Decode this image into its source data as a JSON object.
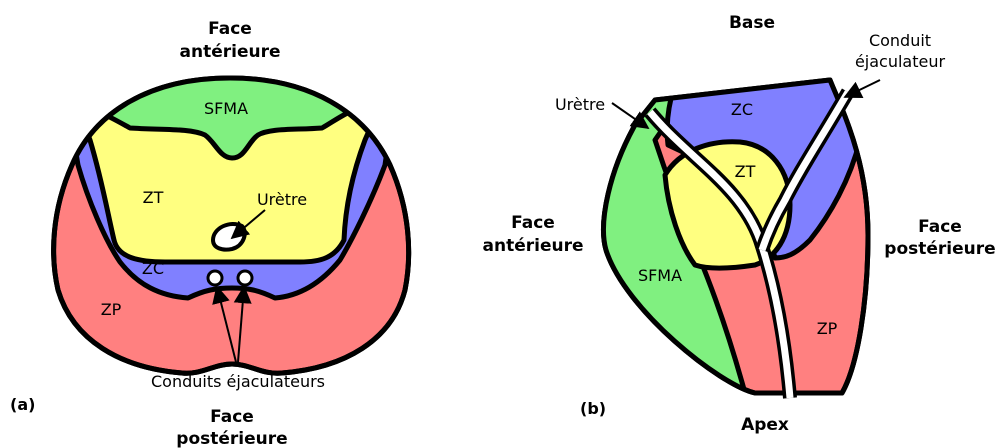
{
  "colors": {
    "sfma": "#80f080",
    "zt": "#ffff80",
    "zc": "#8080ff",
    "zp": "#ff8080",
    "outline": "#000000"
  },
  "panel_a": {
    "tag": "(a)",
    "top_label_1": "Face",
    "top_label_2": "antérieure",
    "bottom_label_1": "Face",
    "bottom_label_2": "postérieure",
    "zones": {
      "sfma": "SFMA",
      "zt": "ZT",
      "zc": "ZC",
      "zp": "ZP"
    },
    "urethra": "Urètre",
    "ducts": "Conduits éjaculateurs"
  },
  "panel_b": {
    "tag": "(b)",
    "base": "Base",
    "apex": "Apex",
    "anterior_1": "Face",
    "anterior_2": "antérieure",
    "posterior_1": "Face",
    "posterior_2": "postérieure",
    "duct_1": "Conduit",
    "duct_2": "éjaculateur",
    "urethra": "Urètre",
    "zones": {
      "sfma": "SFMA",
      "zt": "ZT",
      "zc": "ZC",
      "zp": "ZP"
    }
  }
}
